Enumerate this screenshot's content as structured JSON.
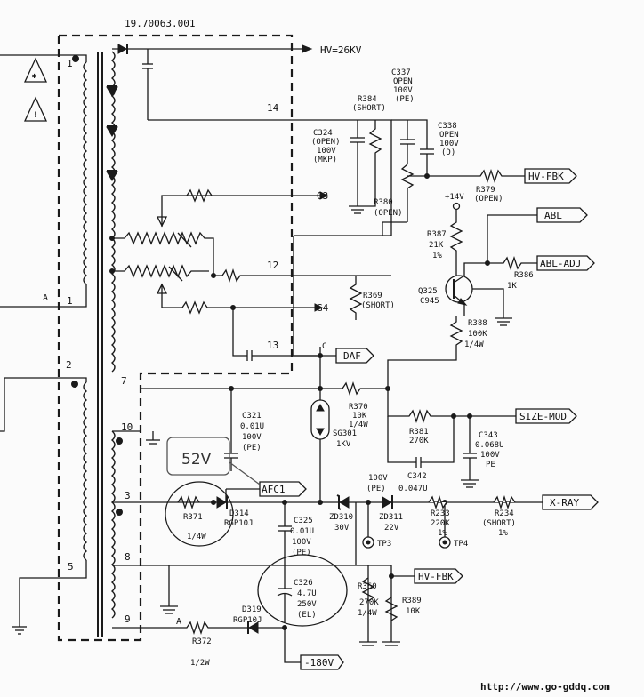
{
  "transformer": {
    "part_number": "19.70063.001"
  },
  "pins": {
    "p1": "1",
    "p2": "2",
    "p3": "3",
    "p5": "5",
    "p7": "7",
    "p8": "8",
    "p9": "9",
    "p10": "10",
    "p12": "12",
    "p13": "13",
    "p14": "14",
    "pA1": "A",
    "pA2": "A"
  },
  "connectors": {
    "hv": "HV=26KV",
    "hv_fbk_top": "HV-FBK",
    "abl": "ABL",
    "abl_adj": "ABL-ADJ",
    "g3": "G3",
    "g4": "G4",
    "daf": "DAF",
    "size_mod": "SIZE-MOD",
    "x_ray": "X-RAY",
    "hv_fbk_bottom": "HV-FBK",
    "v_neg180": "-180V",
    "afc": "AFC1",
    "c_mark": "C",
    "v14": "+14V"
  },
  "components": {
    "c337": [
      "C337",
      "OPEN",
      "100V",
      "(PE)"
    ],
    "r384": [
      "R384",
      "(SHORT)"
    ],
    "c338": [
      "C338",
      "OPEN",
      "100V",
      "(D)"
    ],
    "c324": [
      "C324",
      "(OPEN)",
      "100V",
      "(MKP)"
    ],
    "r379": [
      "R379",
      "(OPEN)"
    ],
    "r380": [
      "R380",
      "(OPEN)"
    ],
    "r387": [
      "R387",
      "21K",
      "1%"
    ],
    "q325": [
      "Q325",
      "C945"
    ],
    "r386": [
      "R386",
      "1K"
    ],
    "r369": [
      "R369",
      "(SHORT)"
    ],
    "r388": [
      "R388",
      "100K",
      "1/4W"
    ],
    "c321": [
      "C321",
      "0.01U",
      "100V",
      "(PE)"
    ],
    "r370": [
      "R370",
      "10K",
      "1/4W"
    ],
    "sg301": [
      "SG301",
      "1KV"
    ],
    "r381": [
      "R381",
      "270K"
    ],
    "c343": [
      "C343",
      "0.068U",
      "100V",
      "PE"
    ],
    "c342": [
      "C342",
      "100V",
      "(PE)",
      "0.047U"
    ],
    "r371": [
      "R371",
      "1/4W"
    ],
    "d314": [
      "D314",
      "RGP10J"
    ],
    "c325": [
      "C325",
      "0.01U",
      "100V",
      "(PE)"
    ],
    "zd310": [
      "ZD310",
      "30V"
    ],
    "zd311": [
      "ZD311",
      "22V"
    ],
    "r233": [
      "R233",
      "220K",
      "1%"
    ],
    "r234": [
      "R234",
      "(SHORT)",
      "1%"
    ],
    "tp3": "TP3",
    "tp4": "TP4",
    "c326": [
      "C326",
      "4.7U",
      "250V",
      "(EL)"
    ],
    "r360": [
      "R360",
      "270K",
      "1/4W"
    ],
    "r389": [
      "R389",
      "10K"
    ],
    "d319": [
      "D319",
      "RGP10J"
    ],
    "r372": [
      "R372",
      "1/2W"
    ]
  },
  "annotations": {
    "handwritten": "52V",
    "watermark_url": "http://www.go-gddq.com"
  }
}
